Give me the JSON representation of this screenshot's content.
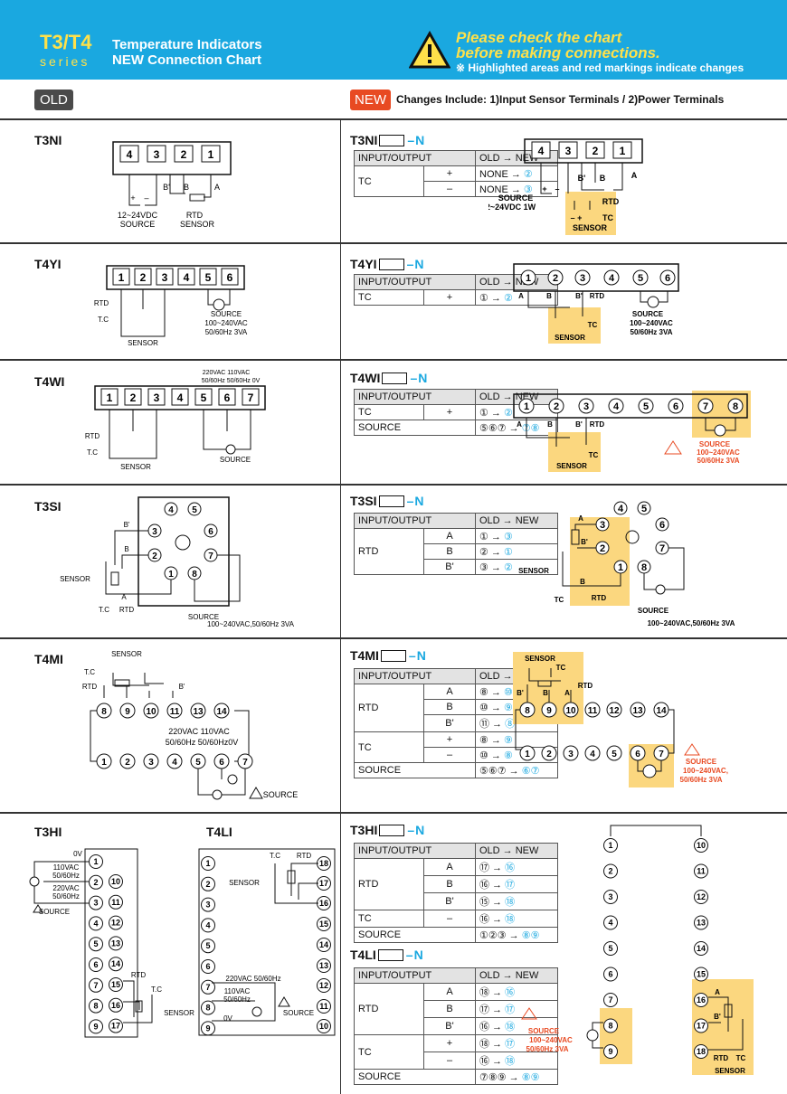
{
  "header": {
    "model": "T3/T4",
    "series": "series",
    "title_line1": "Temperature Indicators",
    "title_line2": "NEW Connection Chart",
    "notice_line1": "Please check the chart",
    "notice_line2": "before making connections.",
    "notice_line3": "※ Highlighted areas and red markings indicate changes"
  },
  "labels": {
    "old": "OLD",
    "new": "NEW",
    "changes": "Changes Include: 1)Input Sensor Terminals / 2)Power Terminals",
    "suffix": "N",
    "dash": "–",
    "io_header": "INPUT/OUTPUT",
    "old_new_header": "OLD → NEW"
  },
  "colors": {
    "header_bg": "#1aa8e0",
    "accent_yellow": "#ffe14a",
    "highlight": "#fbd77f",
    "new_blue": "#1aa8e0",
    "warn_red": "#e84a22"
  },
  "sections": [
    {
      "id": "t3ni",
      "old": "T3NI",
      "new": "T3NI",
      "rows": [
        {
          "io": "TC",
          "sub": "+",
          "old": "NONE",
          "new": "②"
        },
        {
          "io": "",
          "sub": "–",
          "old": "NONE",
          "new": "③"
        }
      ]
    },
    {
      "id": "t4yi",
      "old": "T4YI",
      "new": "T4YI",
      "rows": [
        {
          "io": "TC",
          "sub": "+",
          "old": "①",
          "new": "②"
        }
      ]
    },
    {
      "id": "t4wi",
      "old": "T4WI",
      "new": "T4WI",
      "rows": [
        {
          "io": "TC",
          "sub": "+",
          "old": "①",
          "new": "②"
        },
        {
          "io": "SOURCE",
          "sub": "",
          "old": "⑤⑥⑦",
          "new": "⑦⑧"
        }
      ]
    },
    {
      "id": "t3si",
      "old": "T3SI",
      "new": "T3SI",
      "rows": [
        {
          "io": "RTD",
          "sub": "A",
          "old": "①",
          "new": "③"
        },
        {
          "io": "",
          "sub": "B",
          "old": "②",
          "new": "①"
        },
        {
          "io": "",
          "sub": "B'",
          "old": "③",
          "new": "②"
        }
      ]
    },
    {
      "id": "t4mi",
      "old": "T4MI",
      "new": "T4MI",
      "rows": [
        {
          "io": "RTD",
          "sub": "A",
          "old": "⑧",
          "new": "⑩"
        },
        {
          "io": "",
          "sub": "B",
          "old": "⑩",
          "new": "⑨"
        },
        {
          "io": "",
          "sub": "B'",
          "old": "⑪",
          "new": "⑧"
        },
        {
          "io": "TC",
          "sub": "+",
          "old": "⑧",
          "new": "⑨"
        },
        {
          "io": "",
          "sub": "–",
          "old": "⑩",
          "new": "⑧"
        },
        {
          "io": "SOURCE",
          "sub": "",
          "old": "⑤⑥⑦",
          "new": "⑥⑦"
        }
      ]
    },
    {
      "id": "t3hi",
      "old": "T3HI",
      "new": "T3HI",
      "rows": [
        {
          "io": "RTD",
          "sub": "A",
          "old": "⑰",
          "new": "⑯"
        },
        {
          "io": "",
          "sub": "B",
          "old": "⑯",
          "new": "⑰"
        },
        {
          "io": "",
          "sub": "B'",
          "old": "⑮",
          "new": "⑱"
        },
        {
          "io": "TC",
          "sub": "–",
          "old": "⑯",
          "new": "⑱"
        },
        {
          "io": "SOURCE",
          "sub": "",
          "old": "①②③",
          "new": "⑧⑨"
        }
      ]
    },
    {
      "id": "t4li",
      "old": "T4LI",
      "new": "T4LI",
      "rows": [
        {
          "io": "RTD",
          "sub": "A",
          "old": "⑱",
          "new": "⑯"
        },
        {
          "io": "",
          "sub": "B",
          "old": "⑰",
          "new": "⑰"
        },
        {
          "io": "",
          "sub": "B'",
          "old": "⑯",
          "new": "⑱"
        },
        {
          "io": "TC",
          "sub": "+",
          "old": "⑱",
          "new": "⑰"
        },
        {
          "io": "",
          "sub": "–",
          "old": "⑯",
          "new": "⑱"
        },
        {
          "io": "SOURCE",
          "sub": "",
          "old": "⑦⑧⑨",
          "new": "⑧⑨"
        }
      ]
    }
  ],
  "diagram_text": {
    "t3ni_old_source": "12~24VDC",
    "t3ni_old_source2": "SOURCE",
    "t3ni_old_rtd": "RTD",
    "t3ni_old_sensor": "SENSOR",
    "t3ni_new_source": "SOURCE",
    "t3ni_new_source2": "12~24VDC 1W",
    "rtd": "RTD",
    "tc": "TC",
    "tc_old": "T.C",
    "sensor": "SENSOR",
    "source": "SOURCE",
    "ac_source": "100~240VAC",
    "ac_freq": "50/60Hz 3VA",
    "ac_source_comma": "100~240VAC,",
    "ac_line_t3si": "100~240VAC,50/60Hz 3VA",
    "v220": "220VAC",
    "v110": "110VAC",
    "hz": "50/60Hz",
    "v0": "0V",
    "t4mi_v": "220VAC  110VAC",
    "t4mi_hz": "50/60Hz  50/60Hz0V",
    "t4li_v220": "220VAC 50/60Hz",
    "t4wi_top_v": "220VAC  110VAC",
    "t4wi_top_hz": "50/60Hz  50/60Hz  0V"
  }
}
